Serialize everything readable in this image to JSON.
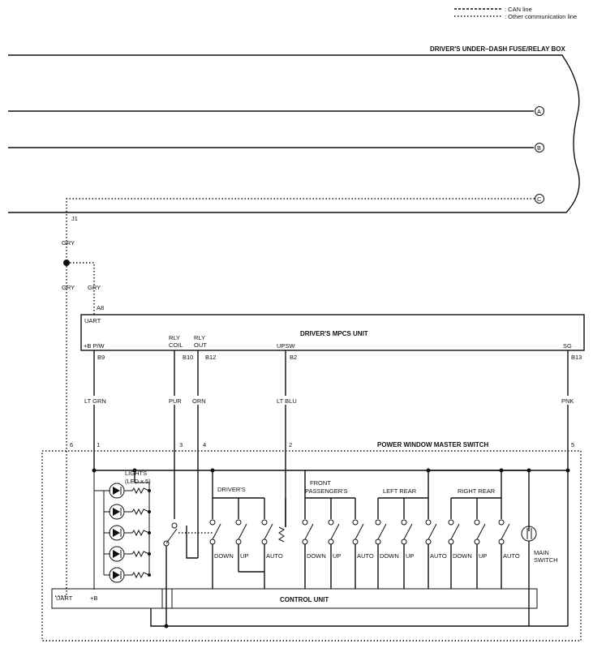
{
  "legend": {
    "can_line": ": CAN line",
    "other_line": ": Other communication line"
  },
  "fuse_box": {
    "title": "DRIVER'S UNDER–DASH FUSE/RELAY BOX",
    "connectors": [
      "A",
      "B",
      "C"
    ]
  },
  "upper_wiring": {
    "j1": "J1",
    "gry_1": "GRY",
    "gry_2": "GRY",
    "gry_3": "GRY",
    "a8": "A8"
  },
  "mpcs": {
    "title": "DRIVER'S MPCS UNIT",
    "uart": "UART",
    "pins": [
      {
        "label": "+B P/W",
        "pin": "B9",
        "wire": "LT GRN"
      },
      {
        "label": "RLY COIL",
        "pin": "B10",
        "wire": "PUR"
      },
      {
        "label": "RLY OUT",
        "pin": "B12",
        "wire": "ORN"
      },
      {
        "label": "UPSW",
        "pin": "B2",
        "wire": "LT BLU"
      },
      {
        "label": "SG",
        "pin": "B13",
        "wire": "PNK"
      }
    ],
    "rly_coil_1": "RLY",
    "rly_coil_2": "COIL",
    "rly_out_1": "RLY",
    "rly_out_2": "OUT"
  },
  "master_switch": {
    "title": "POWER WINDOW MASTER SWITCH",
    "terminals": [
      "6",
      "1",
      "3",
      "4",
      "2",
      "5"
    ],
    "lights_1": "LIGHTS",
    "lights_2": "(LED x 5)",
    "groups": [
      "DRIVER'S",
      "FRONT",
      "PASSENGER'S",
      "LEFT REAR",
      "RIGHT REAR"
    ],
    "switch_labels": [
      "DOWN",
      "UP",
      "AUTO",
      "DOWN",
      "UP",
      "AUTO",
      "DOWN",
      "UP",
      "AUTO",
      "DOWN",
      "UP",
      "AUTO"
    ],
    "main_switch_1": "MAIN",
    "main_switch_2": "SWITCH",
    "control_unit": "CONTROL UNIT",
    "cu_uart": "UART",
    "cu_b": "+B"
  }
}
